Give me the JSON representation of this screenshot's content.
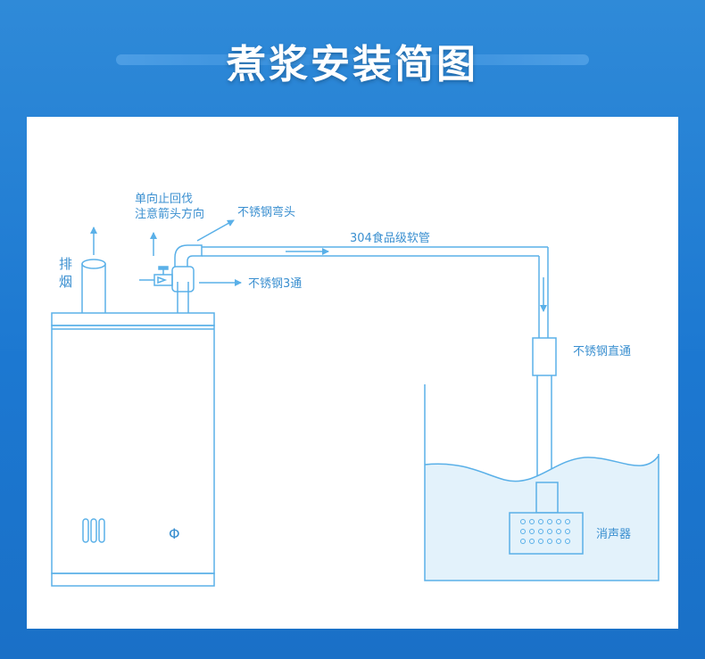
{
  "title": "煮浆安装简图",
  "labels": {
    "exhaust": [
      "排",
      "烟"
    ],
    "check_valve_line1": "单向止回伐",
    "check_valve_line2": "注意箭头方向",
    "elbow": "不锈钢弯头",
    "tee": "不锈钢3通",
    "hose": "304食品级软管",
    "straight": "不锈钢直通",
    "muffler": "消声器",
    "knob": "Φ"
  },
  "colors": {
    "line": "#5ab0e8",
    "water": "#e3f2fb",
    "text": "#3a8fd0"
  }
}
